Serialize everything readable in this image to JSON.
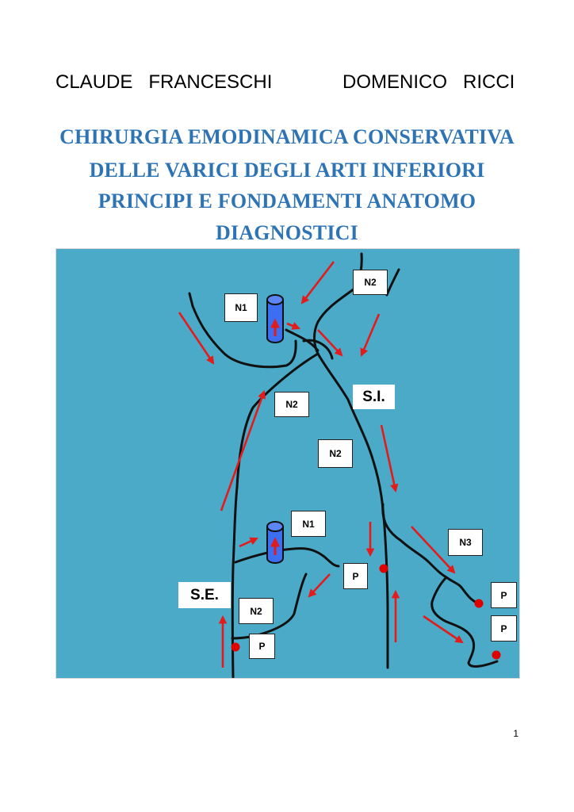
{
  "authors": {
    "left": "CLAUDE   FRANCESCHI",
    "right": "DOMENICO   RICCI"
  },
  "title_lines": [
    "CHIRURGIA EMODINAMICA CONSERVATIVA",
    "DELLE  VARICI  DEGLI ARTI INFERIORI",
    "PRINCIPI E FONDAMENTI ANATOMO",
    "DIAGNOSTICI"
  ],
  "figure": {
    "background_color": "#4AAAC7",
    "vessel_color": "#111111",
    "arrow_color": "#E31B1B",
    "point_color": "#E00000",
    "valve_color": "#3B6EF0",
    "labels": {
      "n1_top": "N1",
      "n2_top": "N2",
      "n2_mid": "N2",
      "si": "S.I.",
      "n2_center": "N2",
      "n1_bottom": "N1",
      "n3": "N3",
      "p_center": "P",
      "se": "S.E.",
      "n2_low": "N2",
      "p_right_top": "P",
      "p_right_bottom": "P",
      "p_low": "P"
    }
  },
  "page_number": "1"
}
